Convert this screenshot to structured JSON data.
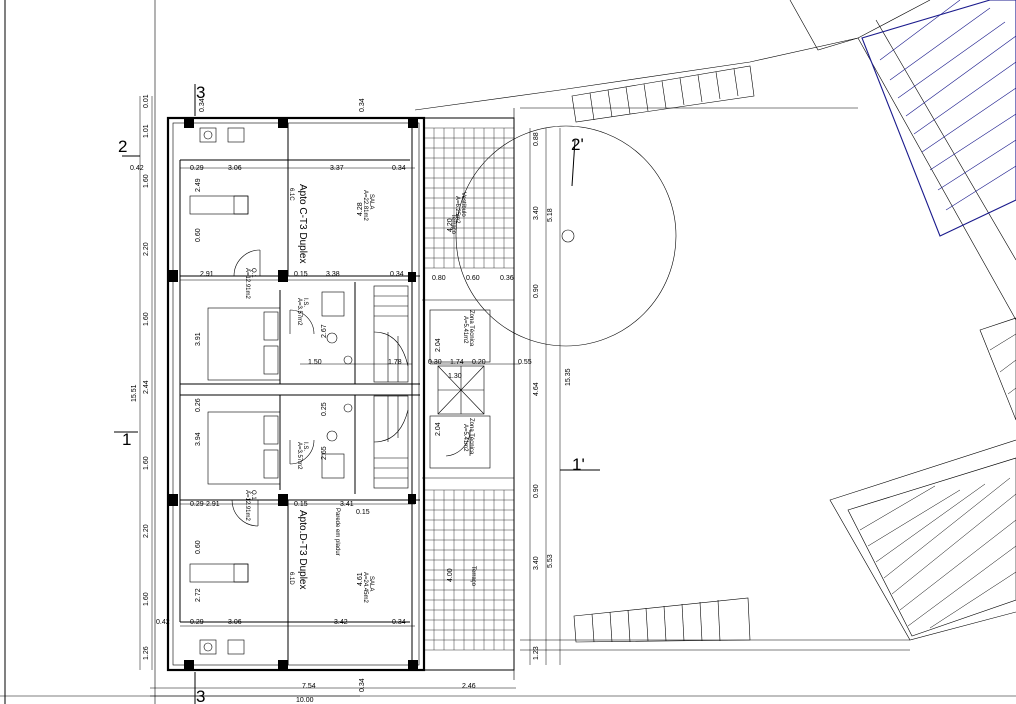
{
  "apartments": {
    "c": {
      "title": "Apto C-T3 Duplex",
      "code": "6.1C"
    },
    "d": {
      "title": "Apto.D-T3 Duplex",
      "code": "6.1D"
    }
  },
  "section_markers": {
    "s3_top": "3",
    "s3_bottom": "3",
    "s2_left": "2",
    "s2_right": "2'",
    "s1_left": "1",
    "s1_right": "1'"
  },
  "dimensions": {
    "left_col": [
      "0.01",
      "1.01",
      "0.42",
      "1.60",
      "2.20",
      "1.60",
      "2.44",
      "15.51",
      "1.60",
      "2.20",
      "1.60",
      "0.42",
      "1.26"
    ],
    "top_row_c": [
      "0.29",
      "3.06",
      "3.37",
      "0.34"
    ],
    "mid_row_c": [
      "2.91",
      "3.38",
      "0.34"
    ],
    "bottom_row_d": [
      "0.29",
      "2.91",
      "0.15",
      "3.41",
      "0.15"
    ],
    "bottom_row_d2": [
      "0.29",
      "3.06",
      "3.42",
      "0.34"
    ],
    "inner_c": [
      "2.49",
      "0.60",
      "3.91",
      "0.26",
      "3.94",
      "0.60",
      "2.72",
      "4.28",
      "4.61",
      "0.25",
      "0.15",
      "2.67",
      "2.65"
    ],
    "core": [
      "1.50",
      "1.78",
      "0.30",
      "1.74",
      "0.20",
      "0.55",
      "2.04",
      "2.04",
      "1.30",
      "0.36",
      "0.60",
      "0.80",
      "4.20",
      "4.00"
    ],
    "right_col": [
      "0.88",
      "5.18",
      "3.40",
      "0.90",
      "4.64",
      "15.35",
      "0.90",
      "3.40",
      "5.53",
      "1.23"
    ],
    "top_edge": [
      "0.34",
      "0.34"
    ],
    "bottom_edge": [
      "7.54",
      "2.46",
      "10.00",
      "0.34"
    ]
  },
  "room_labels": {
    "sala_c": "SALA",
    "sala_c_area": "A=22.81m2",
    "sala_d": "SALA",
    "sala_d_area": "A=24.45m2",
    "wc_c": "I.S.",
    "wc_d": "I.S.",
    "wc_c_area": "A=3.57m2",
    "wc_d_area": "A=3.57m2",
    "quarto_c": "Q.1",
    "quarto_c_area": "A=12.91m2",
    "quarto_d": "Q.1",
    "quarto_d_area": "A=12.91m2",
    "zona_c": "Zona Técnica",
    "zona_c_area": "A=5.41m2",
    "zona_d": "Zona Técnica",
    "zona_d_area": "A=5.41m2",
    "hall": "Vestíbulo",
    "hall_area": "A=6.25m2",
    "terraco_c": "Terraço",
    "terraco_d": "Terraço",
    "note": "Parede em pladur"
  }
}
